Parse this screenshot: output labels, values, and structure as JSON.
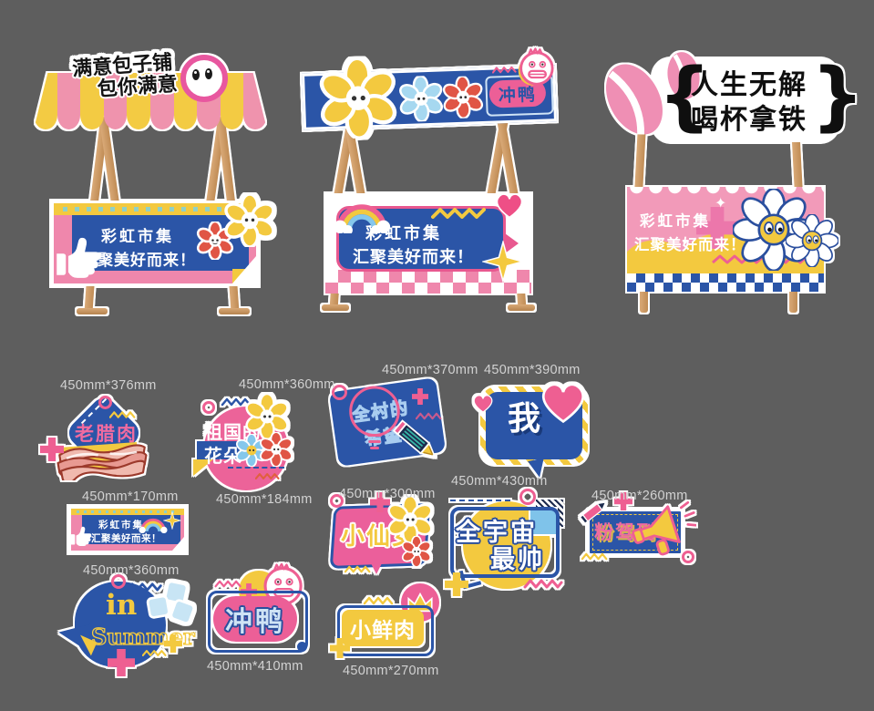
{
  "canvas": {
    "background": "#5e5e5e"
  },
  "colors": {
    "pink": "#ef87ac",
    "hot_pink": "#ec5f97",
    "yellow": "#f3c93f",
    "blue": "#2b55a7",
    "light_blue": "#85c7ec",
    "red": "#e05545",
    "wood": "#cd9e6c",
    "label_gray": "#d2d2d2"
  },
  "stalls": {
    "bun_shop": {
      "sign_line1": "满意包子铺",
      "sign_line2": "包你满意",
      "banner_line1": "彩虹市集",
      "banner_line2": "汇聚美好而来！"
    },
    "flower": {
      "sign_badge": "冲鸭",
      "banner_line1": "彩虹市集",
      "banner_line2": "汇聚美好而来！"
    },
    "latte": {
      "sign_line1": "人生无解",
      "sign_line2": "喝杯拿铁",
      "banner_line1": "彩虹市集",
      "banner_line2": "汇聚美好而来！"
    }
  },
  "badges": {
    "lao_la_rou": {
      "text": "老腊肉"
    },
    "zuguo_flowers": {
      "line1": "祖国的",
      "line2": "花朵"
    },
    "quancun_hope": {
      "line1": "全村的",
      "line2": "希望"
    },
    "wo_heart": {
      "text": "我"
    },
    "mini_banner": {
      "line1": "彩虹市集",
      "line2": "汇聚美好而来！"
    },
    "xiao_xian_nv": {
      "text": "小仙女"
    },
    "quanyuzhou": {
      "line1": "全宇宙",
      "line2": "最帅"
    },
    "fen_jia_dao": {
      "text": "粉驾到"
    },
    "in_summer": {
      "line1": "in",
      "line2": "Summer"
    },
    "chong_ya": {
      "text": "冲鸭"
    },
    "xiao_xian_rou": {
      "text": "小鲜肉"
    }
  },
  "size_labels": [
    "450mm*376mm",
    "450mm*360mm",
    "450mm*370mm",
    "450mm*390mm",
    "450mm*170mm",
    "450mm*184mm",
    "450mm*300mm",
    "450mm*430mm",
    "450mm*260mm",
    "450mm*360mm",
    "450mm*410mm",
    "450mm*270mm"
  ],
  "deco": {
    "brace_left": "{",
    "brace_right": "}"
  }
}
